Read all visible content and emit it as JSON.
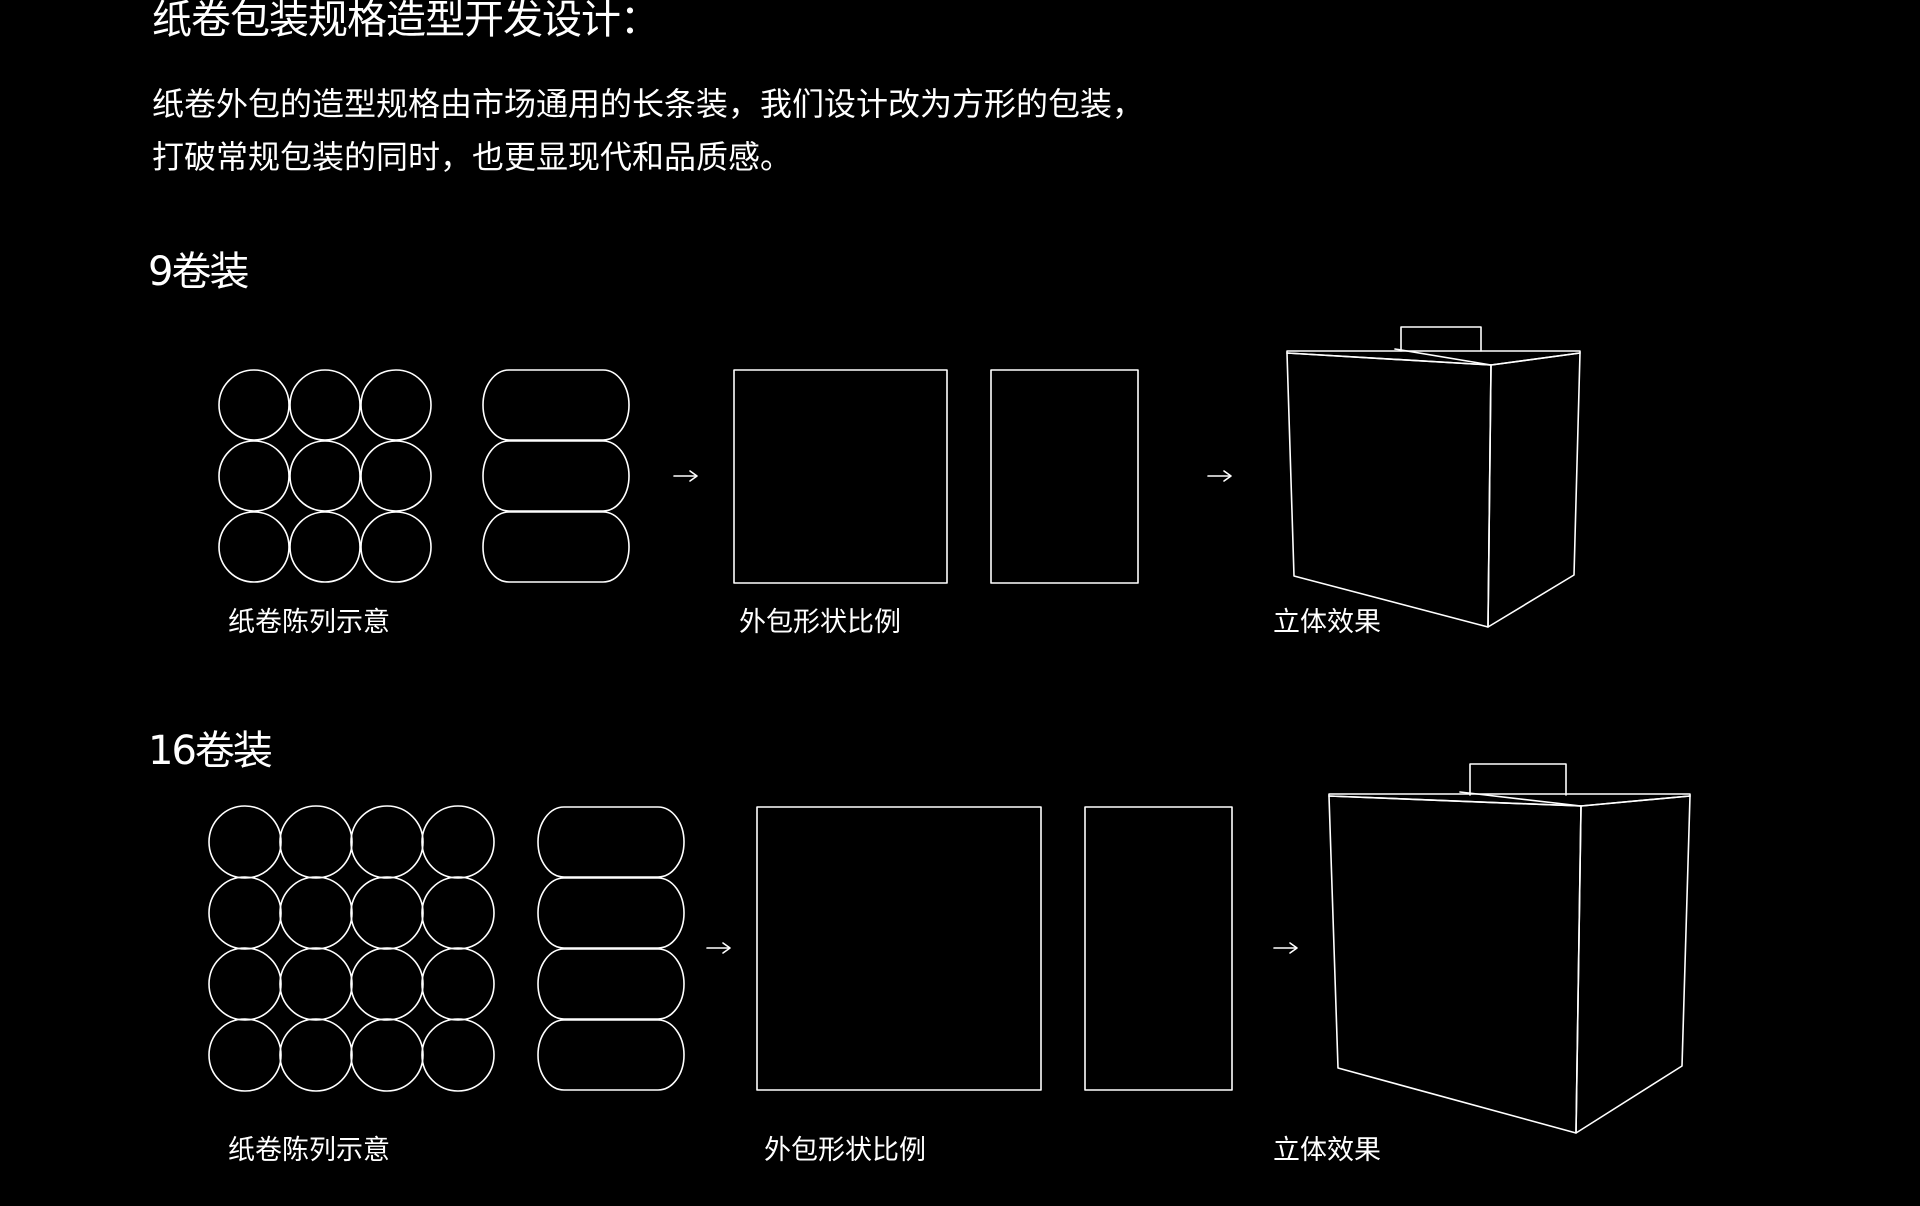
{
  "title": "纸卷包装规格造型开发设计：",
  "intro": {
    "line1": "纸卷外包的造型规格由市场通用的长条装，我们设计改为方形的包装，",
    "line2": "打破常规包装的同时，也更显现代和品质感。"
  },
  "sections": [
    {
      "title": "9卷装",
      "rolls": 9,
      "grid": "3x3",
      "captions": {
        "arrangement": "纸卷陈列示意",
        "proportion": "外包形状比例",
        "effect": "立体效果"
      }
    },
    {
      "title": "16卷装",
      "rolls": 16,
      "grid": "4x4",
      "captions": {
        "arrangement": "纸卷陈列示意",
        "proportion": "外包形状比例",
        "effect": "立体效果"
      }
    }
  ],
  "colors": {
    "background": "#000000",
    "foreground": "#ffffff"
  },
  "icons": [
    "arrow-right-icon",
    "box-3d-icon",
    "roll-circle-icon"
  ]
}
